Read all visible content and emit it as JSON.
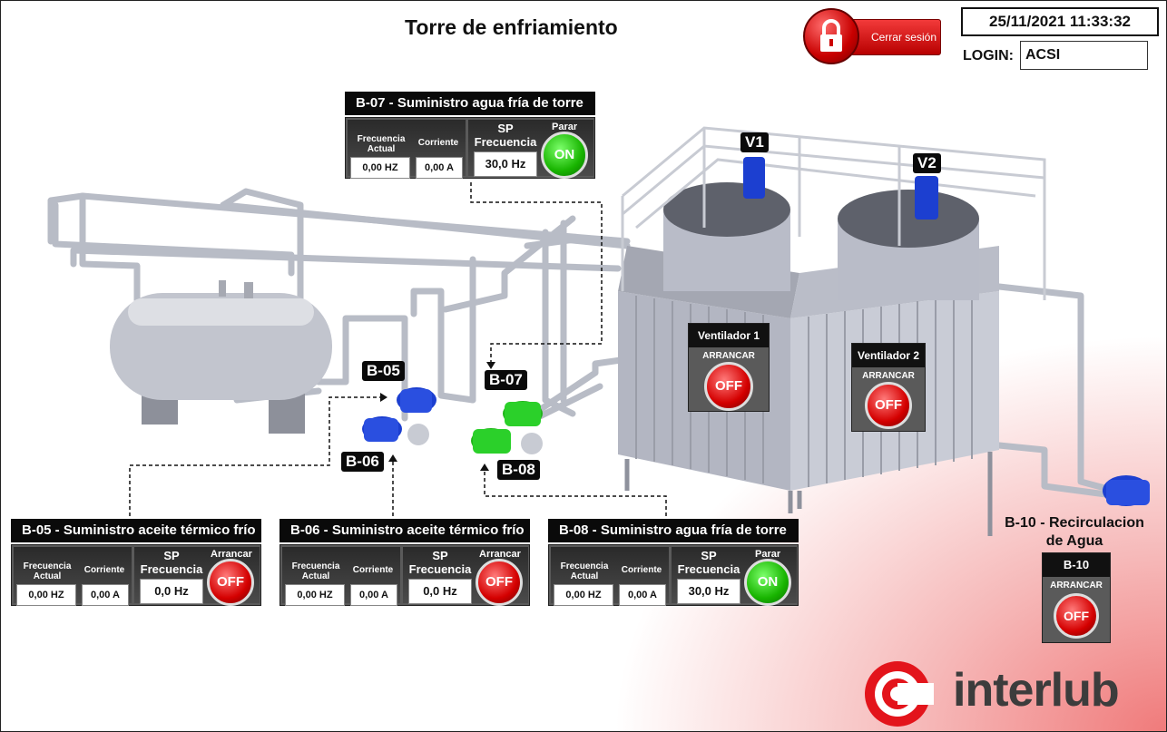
{
  "header": {
    "title": "Torre de enfriamiento",
    "datetime": "25/11/2021 11:33:32",
    "login_label": "LOGIN:",
    "login_user": "ACSI",
    "logout_label": "Cerrar sesión"
  },
  "panels": {
    "b07": {
      "title": "B-07 - Suministro agua fría de torre",
      "freq_label": "Frecuencia Actual",
      "freq_value": "0,00 HZ",
      "current_label": "Corriente",
      "current_value": "0,00 A",
      "sp_label": "SP Frecuencia",
      "sp_value": "30,0 Hz",
      "action_label": "Parar",
      "state": "ON"
    },
    "b05": {
      "title": "B-05 - Suministro aceite térmico frío",
      "freq_label": "Frecuencia Actual",
      "freq_value": "0,00 HZ",
      "current_label": "Corriente",
      "current_value": "0,00 A",
      "sp_label": "SP Frecuencia",
      "sp_value": "0,0 Hz",
      "action_label": "Arrancar",
      "state": "OFF"
    },
    "b06": {
      "title": "B-06 - Suministro aceite térmico frío",
      "freq_label": "Frecuencia Actual",
      "freq_value": "0,00 HZ",
      "current_label": "Corriente",
      "current_value": "0,00 A",
      "sp_label": "SP Frecuencia",
      "sp_value": "0,0 Hz",
      "action_label": "Arrancar",
      "state": "OFF"
    },
    "b08": {
      "title": "B-08 - Suministro agua fría de torre",
      "freq_label": "Frecuencia Actual",
      "freq_value": "0,00 HZ",
      "current_label": "Corriente",
      "current_value": "0,00 A",
      "sp_label": "SP Frecuencia",
      "sp_value": "30,0 Hz",
      "action_label": "Parar",
      "state": "ON"
    }
  },
  "tags": {
    "v1": "V1",
    "v2": "V2",
    "b05": "B-05",
    "b06": "B-06",
    "b07": "B-07",
    "b08": "B-08"
  },
  "fans": {
    "v1": {
      "title": "Ventilador 1",
      "action_label": "ARRANCAR",
      "state": "OFF"
    },
    "v2": {
      "title": "Ventilador 2",
      "action_label": "ARRANCAR",
      "state": "OFF"
    }
  },
  "b10": {
    "label_line1": "B-10 - Recirculacion",
    "label_line2": "de Agua",
    "title": "B-10",
    "action_label": "ARRANCAR",
    "state": "OFF"
  },
  "logo": {
    "text": "interlub"
  },
  "colors": {
    "panel_bg": "#5a5a5a",
    "title_bg": "#0a0a0a",
    "on_green": "#18b400",
    "off_red": "#d40000",
    "tower_gray": "#b9bcc8",
    "pump_blue": "#1c3fd0",
    "pump_green": "#1fb418",
    "logo_red": "#e3141b"
  }
}
